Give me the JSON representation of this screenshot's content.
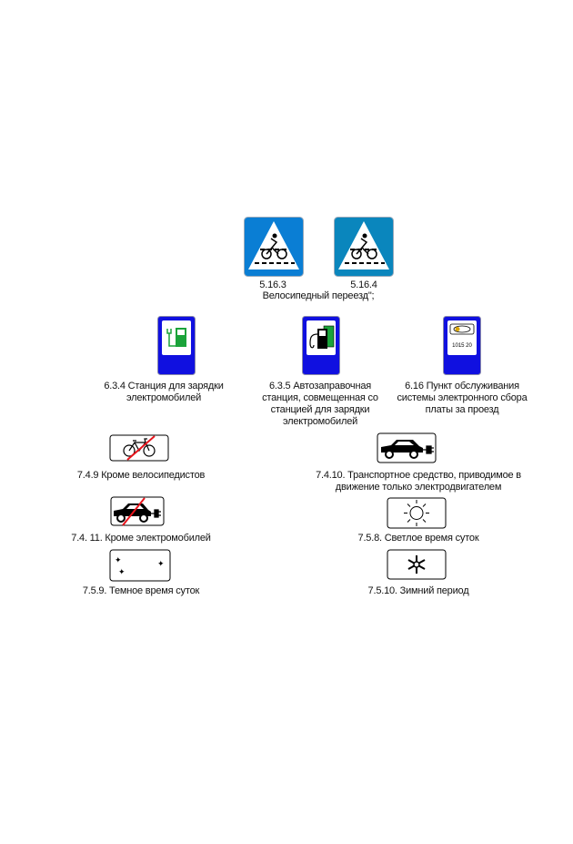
{
  "signs": {
    "s5163": {
      "code": "5.16.3",
      "color": "#0a7ed4"
    },
    "s5164": {
      "code": "5.16.4",
      "color": "#0a86bd"
    },
    "bike_crossing_caption": "Велосипедный переезд\";",
    "s634": {
      "label": "6.3.4 Станция для зарядки электромобилей"
    },
    "s635": {
      "label": "6.3.5 Автозаправочная станция, совмещенная со станцией для зарядки электромобилей"
    },
    "s616": {
      "label": "6.16 Пункт обслуживания системы электронного сбора платы за проезд",
      "badge_text": "1015 20"
    },
    "p749": {
      "label": "7.4.9 Кроме велосипедистов"
    },
    "p7410": {
      "label": "7.4.10. Транспортное средство, приводимое в движение только электродвигателем"
    },
    "p7411": {
      "label": "7.4. 11. Кроме электромобилей"
    },
    "p758": {
      "label": "7.5.8. Светлое время суток"
    },
    "p759": {
      "label": "7.5.9. Темное время суток"
    },
    "p7510": {
      "label": "7.5.10. Зимний период"
    }
  },
  "colors": {
    "service_blue": "#1010e0",
    "green": "#1aa33a",
    "red": "#e8141c"
  }
}
